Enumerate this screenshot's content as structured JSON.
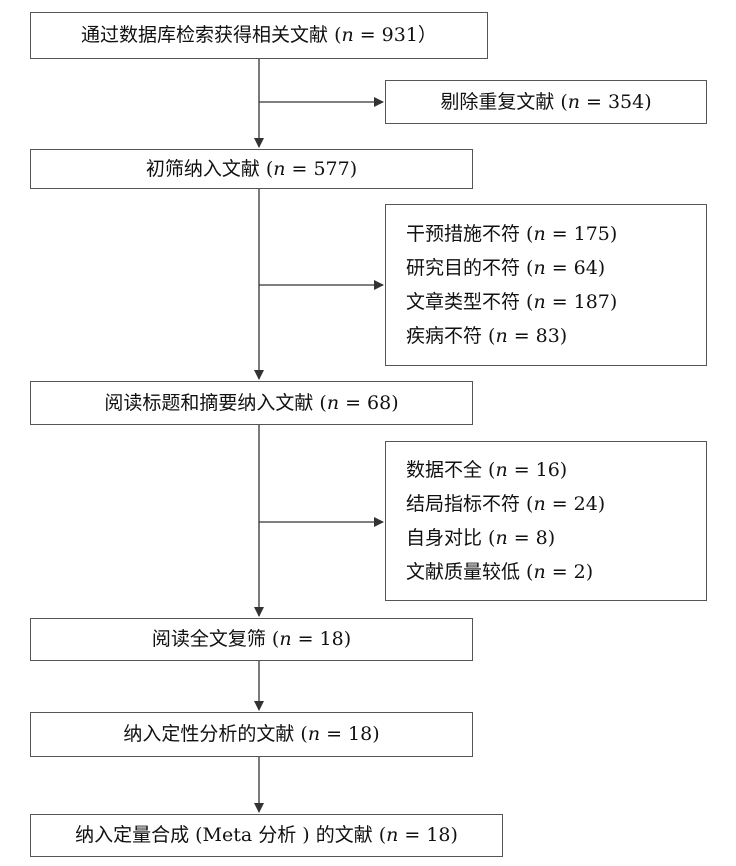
{
  "flow": {
    "s1": {
      "label": "通过数据库检索获得相关文献",
      "n": "931",
      "open": "(",
      "close": "）"
    },
    "s2": {
      "label": "初筛纳入文献",
      "n": "577",
      "open": "(",
      "close": ")"
    },
    "s3": {
      "label": "阅读标题和摘要纳入文献",
      "n": "68",
      "open": "(",
      "close": ")"
    },
    "s4": {
      "label": "阅读全文复筛",
      "n": "18",
      "open": "(",
      "close": ")"
    },
    "s5": {
      "label": "纳入定性分析的文献",
      "n": "18",
      "open": "(",
      "close": ")"
    },
    "s6": {
      "label": "纳入定量合成 (Meta 分析 ) 的文献",
      "n": "18",
      "open": "(",
      "close": ")"
    }
  },
  "exclusions": {
    "e1": [
      {
        "label": "剔除重复文献",
        "n": "354"
      }
    ],
    "e2": [
      {
        "label": "干预措施不符",
        "n": "175"
      },
      {
        "label": "研究目的不符",
        "n": "64"
      },
      {
        "label": "文章类型不符",
        "n": "187"
      },
      {
        "label": "疾病不符",
        "n": "83"
      }
    ],
    "e3": [
      {
        "label": "数据不全",
        "n": "16"
      },
      {
        "label": "结局指标不符",
        "n": "24"
      },
      {
        "label": "自身对比",
        "n": "8"
      },
      {
        "label": "文献质量较低",
        "n": "2"
      }
    ]
  },
  "symbols": {
    "var": "n",
    "eq": "="
  },
  "colors": {
    "line": "#555555",
    "text": "#111111"
  }
}
